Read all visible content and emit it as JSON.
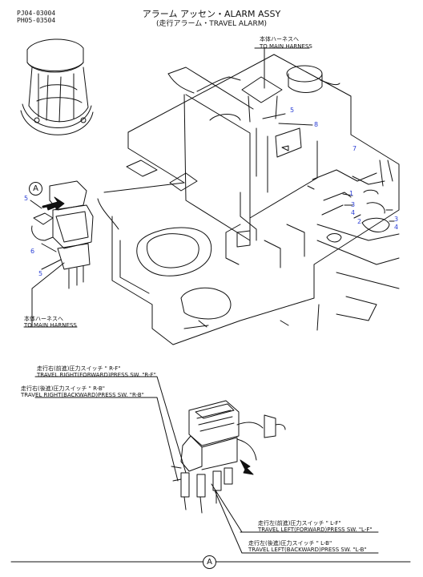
{
  "header": {
    "codes": [
      "PJ04-03004",
      "PH05-03504"
    ],
    "title": "アラーム アッセン・ALARM ASSY",
    "subtitle": "(走行アラーム・TRAVEL ALARM)"
  },
  "callouts": {
    "main_harness_top": [
      "本体ハーネスへ",
      "TO MAIN HARNESS"
    ],
    "main_harness_left": [
      "本体ハーネスへ",
      "TO MAIN HARNESS"
    ],
    "r_f": [
      "走行右(前進)圧力スイッチ \" R-F\"",
      "TRAVEL RIGHT(FORWARD)PRESS SW. \"R-F\""
    ],
    "r_b": [
      "走行右(後進)圧力スイッチ \" R-B\"",
      "TRAVEL RIGHT(BACKWARD)PRESS SW. \"R-B\""
    ],
    "l_f": [
      "走行左(前進)圧力スイッチ \" L-F\"",
      "TRAVEL LEFT(FORWARD)PRESS SW. \"L-F\""
    ],
    "l_b": [
      "走行左(後進)圧力スイッチ \" L-B\"",
      "TRAVEL LEFT(BACKWARD)PRESS SW. \"L-B\""
    ]
  },
  "part_numbers": {
    "center": [
      "5",
      "8",
      "7"
    ],
    "right": [
      "1",
      "3",
      "4",
      "2",
      "3",
      "4"
    ],
    "left": [
      "5",
      "6",
      "5"
    ]
  },
  "view_marker": "A",
  "colors": {
    "line": "#111111",
    "part_number": "#2b3fd6"
  }
}
